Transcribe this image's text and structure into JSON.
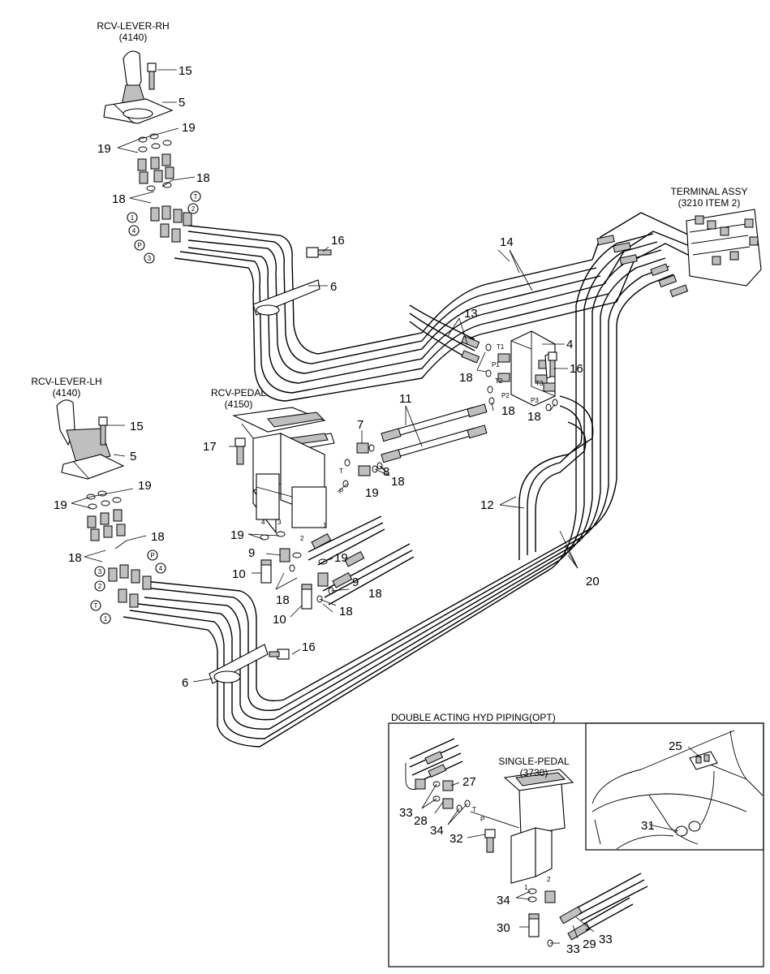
{
  "labels": {
    "rcv_lever_rh": "RCV-LEVER-RH",
    "rcv_lever_rh_code": "(4140)",
    "rcv_lever_lh": "RCV-LEVER-LH",
    "rcv_lever_lh_code": "(4140)",
    "rcv_pedal": "RCV-PEDAL",
    "rcv_pedal_code": "(4150)",
    "terminal_assy": "TERMINAL ASSY",
    "terminal_assy_ref": "(3210 ITEM 2)",
    "inset_title": "DOUBLE ACTING HYD PIPING(OPT)",
    "single_pedal": "SINGLE-PEDAL",
    "single_pedal_code": "(3730)"
  },
  "port_labels": {
    "t1": "T1",
    "p1": "P1",
    "t2": "T2",
    "p2": "P2",
    "t3": "T3",
    "p3": "P3",
    "pedal_t": "T",
    "pedal_p": "P",
    "pedal_4": "4",
    "pedal_3": "3",
    "pedal_2": "2",
    "pedal_1": "1",
    "single_1": "1",
    "single_2": "2",
    "single_t": "T",
    "single_p": "P"
  },
  "circles": {
    "rh_1": "1",
    "rh_2": "2",
    "rh_3": "3",
    "rh_4": "4",
    "rh_p": "P",
    "rh_t": "T",
    "lh_1": "1",
    "lh_2": "2",
    "lh_3": "3",
    "lh_4": "4",
    "lh_p": "P",
    "lh_t": "T"
  },
  "callouts": {
    "c15_top": "15",
    "c5_top": "5",
    "c19_top_a": "19",
    "c19_top_b": "19",
    "c18_top_a": "18",
    "c18_top_b": "18",
    "c16_top": "16",
    "c6_top": "6",
    "c14": "14",
    "c13": "13",
    "c4": "4",
    "c16_mid": "16",
    "c18_mid_a": "18",
    "c18_mid_b": "18",
    "c18_mid_c": "18",
    "c11": "11",
    "c7": "7",
    "c8": "8",
    "c19_mid": "19",
    "c18_mid_d": "18",
    "c17": "17",
    "c15_lh": "15",
    "c5_lh": "5",
    "c19_lh_a": "19",
    "c19_lh_b": "19",
    "c12": "12",
    "c18_lh_a": "18",
    "c18_lh_b": "18",
    "c19_ped": "19",
    "c9_a": "9",
    "c19_ped_b": "19",
    "c10_a": "10",
    "c18_ped_a": "18",
    "c18_ped_b": "18",
    "c9_b": "9",
    "c10_b": "10",
    "c18_ped_c": "18",
    "c20": "20",
    "c16_low": "16",
    "c6_low": "6",
    "c25": "25",
    "c27": "27",
    "c33_a": "33",
    "c28": "28",
    "c34_a": "34",
    "c32": "32",
    "c31": "31",
    "c34_b": "34",
    "c30": "30",
    "c33_b": "33",
    "c29": "29",
    "c33_c": "33"
  }
}
